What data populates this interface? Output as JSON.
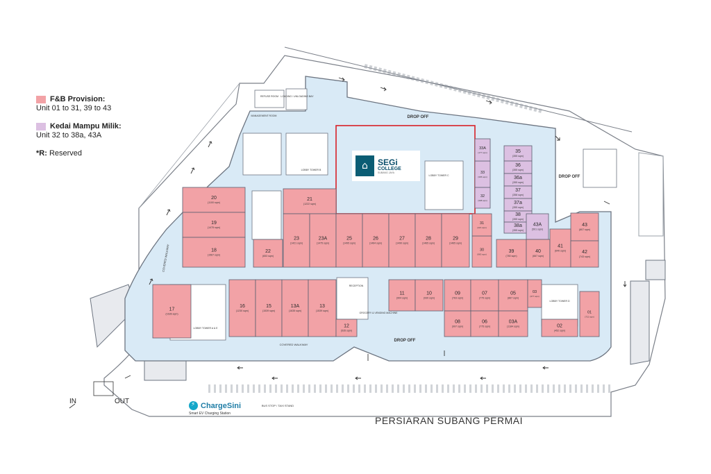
{
  "legend": {
    "fb": {
      "title": "F&B Provision:",
      "desc": "Unit 01 to 31, 39 to 43",
      "color": "#f2a2a6"
    },
    "kedai": {
      "title": "Kedai Mampu Milik:",
      "desc": "Unit 32 to 38a, 43A",
      "color": "#dcc0e2"
    },
    "reserved": {
      "key": "*R:",
      "desc": "Reserved"
    }
  },
  "colors": {
    "floor": "#d9eaf6",
    "wall": "#6c7480",
    "fb": "#f2a2a6",
    "kedai": "#dcc0e2",
    "highlight": "#d81f26",
    "service": "#ffffff"
  },
  "college": {
    "name": "SEGi",
    "sub": "COLLEGE",
    "loc": "SUBANG JAYA",
    "icon": "building-icon"
  },
  "units": [
    {
      "id": "20",
      "area": "(1100 sqm)",
      "type": "fb"
    },
    {
      "id": "19",
      "area": "(1475 sqm)",
      "type": "fb"
    },
    {
      "id": "18",
      "area": "(1567 sqm)",
      "type": "fb"
    },
    {
      "id": "21",
      "area": "(1222 sqm)",
      "type": "fb"
    },
    {
      "id": "22",
      "area": "(653 sqm)",
      "type": "fb"
    },
    {
      "id": "23",
      "area": "(1421 sqm)",
      "type": "fb"
    },
    {
      "id": "23A",
      "area": "(1475 sqm)",
      "type": "fb"
    },
    {
      "id": "25",
      "area": "(1495 sqm)",
      "type": "fb"
    },
    {
      "id": "26",
      "area": "(1464 sqm)",
      "type": "fb"
    },
    {
      "id": "27",
      "area": "(1490 sqm)",
      "type": "fb"
    },
    {
      "id": "28",
      "area": "(1465 sqm)",
      "type": "fb"
    },
    {
      "id": "29",
      "area": "(1465 sqm)",
      "type": "fb"
    },
    {
      "id": "30",
      "area": "(963 sqm)",
      "type": "fb"
    },
    {
      "id": "31",
      "area": "(421 sqm)",
      "type": "fb"
    },
    {
      "id": "32",
      "area": "(308 sqm)",
      "type": "kedai"
    },
    {
      "id": "33",
      "area": "(305 sqm)",
      "type": "kedai"
    },
    {
      "id": "33A",
      "area": "(177 sqm)",
      "type": "kedai"
    },
    {
      "id": "35",
      "area": "(355 sqm)",
      "type": "kedai"
    },
    {
      "id": "36",
      "area": "(355 sqm)",
      "type": "kedai"
    },
    {
      "id": "36a",
      "area": "(355 sqm)",
      "type": "kedai"
    },
    {
      "id": "37",
      "area": "(358 sqm)",
      "type": "kedai"
    },
    {
      "id": "37a",
      "area": "(355 sqm)",
      "type": "kedai"
    },
    {
      "id": "38",
      "area": "(355 sqm)",
      "type": "kedai"
    },
    {
      "id": "38a",
      "area": "(355 sqm)",
      "type": "kedai"
    },
    {
      "id": "43A",
      "area": "(501 sqm)",
      "type": "kedai"
    },
    {
      "id": "43",
      "area": "(807 sqm)",
      "type": "fb"
    },
    {
      "id": "39",
      "area": "(780 sqm)",
      "type": "fb"
    },
    {
      "id": "40",
      "area": "(667 sqm)",
      "type": "fb"
    },
    {
      "id": "41",
      "area": "(640 sqm)",
      "type": "fb"
    },
    {
      "id": "42",
      "area": "(743 sqm)",
      "type": "fb"
    },
    {
      "id": "17",
      "area": "(1636 sqm)",
      "type": "fb"
    },
    {
      "id": "16",
      "area": "(1230 sqm)",
      "type": "fb"
    },
    {
      "id": "15",
      "area": "(1539 sqm)",
      "type": "fb"
    },
    {
      "id": "13A",
      "area": "(1635 sqm)",
      "type": "fb"
    },
    {
      "id": "13",
      "area": "(1539 sqm)",
      "type": "fb"
    },
    {
      "id": "12",
      "area": "(535 sqm)",
      "type": "fb"
    },
    {
      "id": "11",
      "area": "(904 sqm)",
      "type": "fb"
    },
    {
      "id": "10",
      "area": "(930 sqm)",
      "type": "fb"
    },
    {
      "id": "09",
      "area": "(763 sqm)",
      "type": "fb"
    },
    {
      "id": "08",
      "area": "(997 sqm)",
      "type": "fb"
    },
    {
      "id": "07",
      "area": "(775 sqm)",
      "type": "fb"
    },
    {
      "id": "06",
      "area": "(775 sqm)",
      "type": "fb"
    },
    {
      "id": "05",
      "area": "(867 sqm)",
      "type": "fb"
    },
    {
      "id": "03A",
      "area": "(1184 sqm)",
      "type": "fb"
    },
    {
      "id": "03",
      "area": "(377 sqm)",
      "type": "fb"
    },
    {
      "id": "02",
      "area": "(452 sqm)",
      "type": "fb"
    },
    {
      "id": "01",
      "area": "(721 sqm)",
      "type": "fb"
    }
  ],
  "labels": {
    "drop_off_top": "DROP OFF",
    "drop_off_right": "DROP OFF",
    "drop_off_bottom": "DROP OFF",
    "covered_walkway_bottom": "COVERED WALKWAY",
    "covered_walkway_left": "COVERED WALKWAY",
    "refuse_room": "REFUSE ROOM",
    "management_room": "MANAGEMENT ROOM",
    "loading_bay": "LOADING / UNLOADING BAY",
    "lobby_tower_b": "LOBBY TOWER B",
    "lobby_tower_c": "LOBBY TOWER C",
    "lobby_tower_ae": "LOBBY TOWER A & E",
    "lobby_tower_d": "LOBBY TOWER D",
    "reception": "RECEPTION",
    "vending": "GROCERY & VENDING MACHINE",
    "bus_stop": "BUS STOP / TAXI STAND",
    "street": "PERSIARAN SUBANG PERMAI",
    "in": "IN",
    "out": "OUT",
    "charge_name": "ChargeSini",
    "charge_sub": "Smart EV Charging Station"
  }
}
